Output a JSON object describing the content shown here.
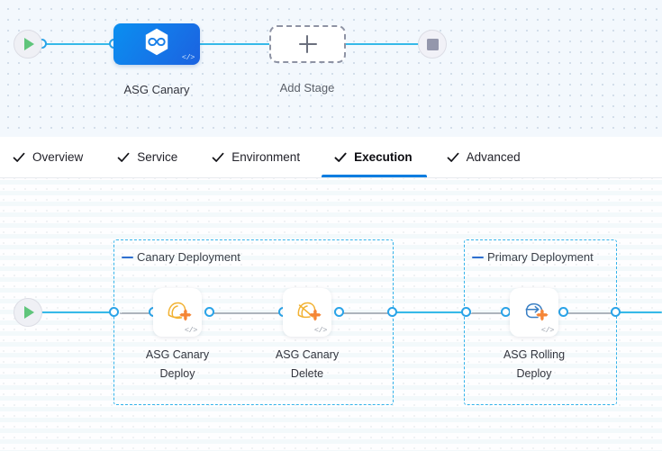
{
  "stage_canvas": {
    "start_node": {
      "name": "pipeline-start",
      "icon": "play-icon"
    },
    "end_node": {
      "name": "pipeline-end",
      "icon": "stop-square-icon"
    },
    "stage": {
      "label": "ASG Canary",
      "icon": "hexagon-infinity-icon",
      "code_badge": "</>"
    },
    "add_stage": {
      "label": "Add Stage",
      "icon": "plus-icon"
    }
  },
  "tabs": [
    {
      "label": "Overview",
      "active": false,
      "icon": "check-icon"
    },
    {
      "label": "Service",
      "active": false,
      "icon": "check-icon"
    },
    {
      "label": "Environment",
      "active": false,
      "icon": "check-icon"
    },
    {
      "label": "Execution",
      "active": true,
      "icon": "check-icon"
    },
    {
      "label": "Advanced",
      "active": false,
      "icon": "check-icon"
    }
  ],
  "execution_canvas": {
    "start_node": {
      "name": "execution-start",
      "icon": "play-icon"
    },
    "groups": [
      {
        "label": "Canary Deployment",
        "collapse_icon": "minus-icon",
        "steps": [
          {
            "label_line1": "ASG Canary",
            "label_line2": "Deploy",
            "icon": "asg-canary-deploy-icon",
            "code_badge": "</>"
          },
          {
            "label_line1": "ASG Canary",
            "label_line2": "Delete",
            "icon": "asg-canary-delete-icon",
            "code_badge": "</>"
          }
        ]
      },
      {
        "label": "Primary Deployment",
        "collapse_icon": "minus-icon",
        "steps": [
          {
            "label_line1": "ASG Rolling",
            "label_line2": "Deploy",
            "icon": "asg-rolling-deploy-icon",
            "code_badge": "</>"
          }
        ]
      }
    ]
  },
  "colors": {
    "accent_blue": "#2aa3e8",
    "link_line": "#36b9e8",
    "dashed_line": "#aeb4bd",
    "group_border": "#34b3ea",
    "tab_active_underline": "#0a7de0",
    "stage_gradient_start": "#0a8ff0",
    "stage_gradient_end": "#1b62e0",
    "play_green": "#5fc57b",
    "stop_gray": "#9497ac",
    "aws_orange": "#f58536",
    "aws_yellow": "#f2b233"
  }
}
